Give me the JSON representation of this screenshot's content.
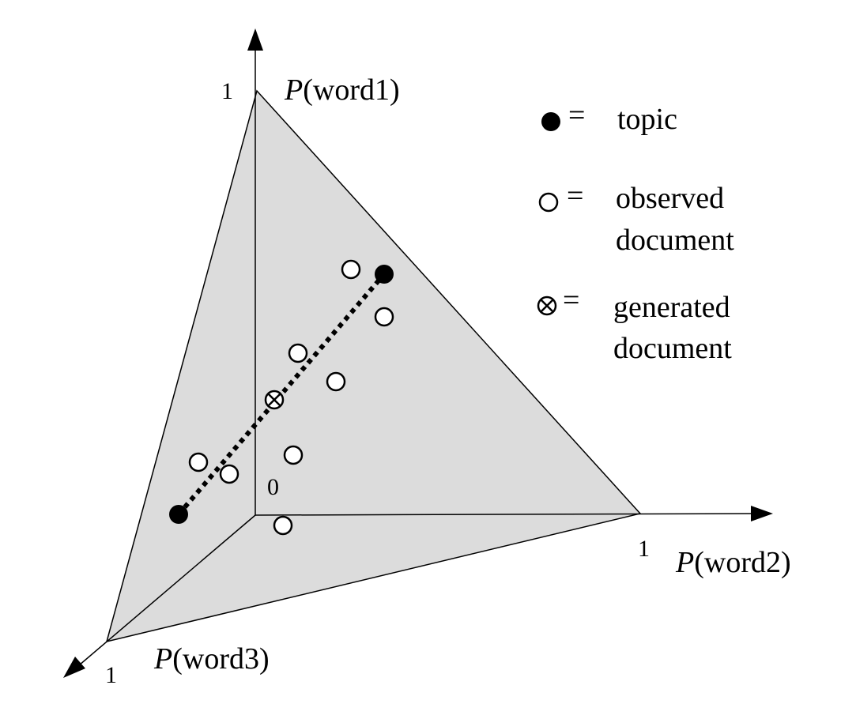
{
  "diagram": {
    "axes": {
      "word1": {
        "prefix": "P",
        "name": "(word1)",
        "tick": "1"
      },
      "word2": {
        "prefix": "P",
        "name": "(word2)",
        "tick": "1"
      },
      "word3": {
        "prefix": "P",
        "name": "(word3)",
        "tick": "1"
      },
      "origin": "0"
    },
    "legend": [
      {
        "symbol": "filled-circle",
        "eq": "=",
        "lines": [
          "topic"
        ]
      },
      {
        "symbol": "open-circle",
        "eq": "=",
        "lines": [
          "observed",
          "document"
        ]
      },
      {
        "symbol": "crossed-circle",
        "eq": "=",
        "lines": [
          "generated",
          "document"
        ]
      }
    ],
    "colors": {
      "simplex_fill": "#dcdcdc",
      "stroke": "#000000",
      "open_fill": "#ffffff"
    }
  }
}
